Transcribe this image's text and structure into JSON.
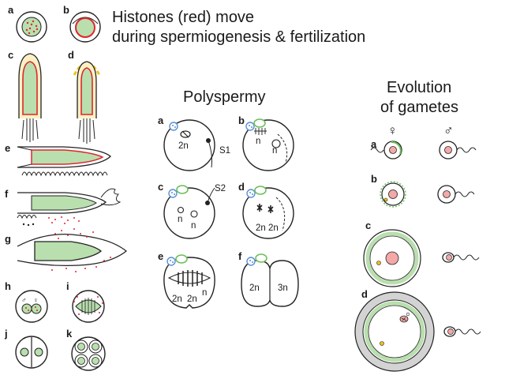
{
  "title": {
    "line1": "Histones (red) move",
    "line2": "during spermiogenesis & fertilization"
  },
  "sections": {
    "polyspermy": "Polyspermy",
    "evolution_line1": "Evolution",
    "evolution_line2": "of gametes"
  },
  "histone_panels": [
    "a",
    "b",
    "c",
    "d",
    "e",
    "f",
    "g",
    "h",
    "i",
    "j",
    "k"
  ],
  "polyspermy_panels": [
    "a",
    "b",
    "c",
    "d",
    "e",
    "f"
  ],
  "evolution_panels": [
    "a",
    "b",
    "c",
    "d"
  ],
  "evolution_headers": {
    "female": "♀",
    "male": "♂"
  },
  "labels": {
    "h_male": "♂",
    "h_female": "♀",
    "s1": "S1",
    "s2": "S2",
    "pa_2n": "2n",
    "pb_n1": "n",
    "pb_n2": "n",
    "pc_n1": "n",
    "pc_n2": "n",
    "pd_2n1": "2n",
    "pd_2n2": "2n",
    "pe_2n1": "2n",
    "pe_2n2": "2n",
    "pe_n": "n",
    "pf_2n": "2n",
    "pf_3n": "3n"
  },
  "colors": {
    "histone": "#e0262f",
    "nucleus_green": "#b9dfae",
    "pronucleus_pink": "#f4a8a8",
    "yolk_yellow": "#f2c21b",
    "outline": "#222222",
    "coat_grey": "#d3d3d3",
    "blue_bodies": "#5a8fd8",
    "green_bodies": "#6cbf5a"
  }
}
